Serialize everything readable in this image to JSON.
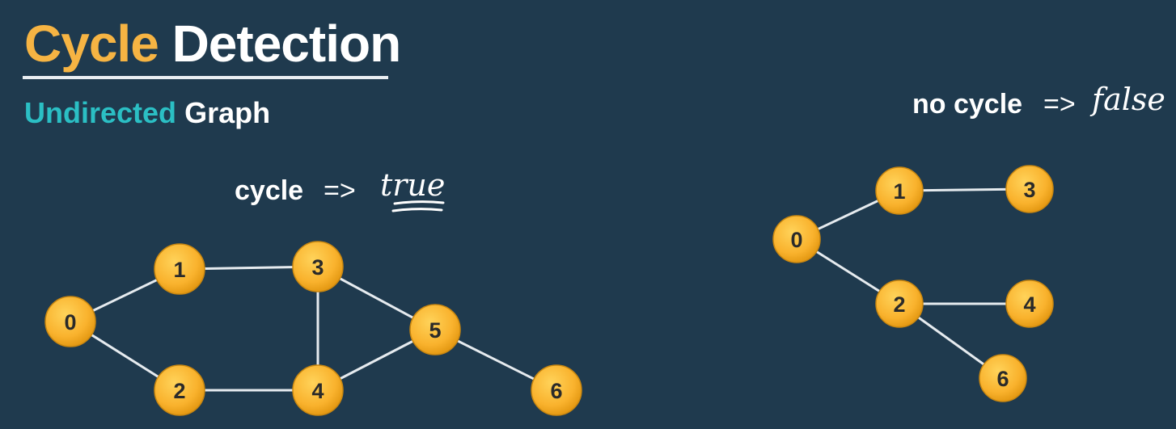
{
  "title": {
    "word1": "Cycle",
    "word2": "Detection"
  },
  "subtitle": {
    "word1": "Undirected",
    "word2": "Graph"
  },
  "colors": {
    "background": "#1f3a4e",
    "title_accent": "#f6b443",
    "subtitle_accent": "#2bbfc4",
    "node_fill": "#f9b22d",
    "edge": "#e6ebef",
    "text": "#ffffff"
  },
  "left_graph": {
    "caption": "cycle",
    "arrow": "=>",
    "result": "true",
    "nodes": [
      "0",
      "1",
      "2",
      "3",
      "4",
      "5",
      "6"
    ],
    "edges": [
      [
        "0",
        "1"
      ],
      [
        "0",
        "2"
      ],
      [
        "1",
        "3"
      ],
      [
        "2",
        "4"
      ],
      [
        "3",
        "4"
      ],
      [
        "3",
        "5"
      ],
      [
        "4",
        "5"
      ],
      [
        "5",
        "6"
      ]
    ]
  },
  "right_graph": {
    "caption": "no cycle",
    "arrow": "=>",
    "result": "false",
    "nodes": [
      "0",
      "1",
      "2",
      "3",
      "4",
      "6"
    ],
    "edges": [
      [
        "0",
        "1"
      ],
      [
        "0",
        "2"
      ],
      [
        "1",
        "3"
      ],
      [
        "2",
        "4"
      ],
      [
        "2",
        "6"
      ]
    ]
  }
}
